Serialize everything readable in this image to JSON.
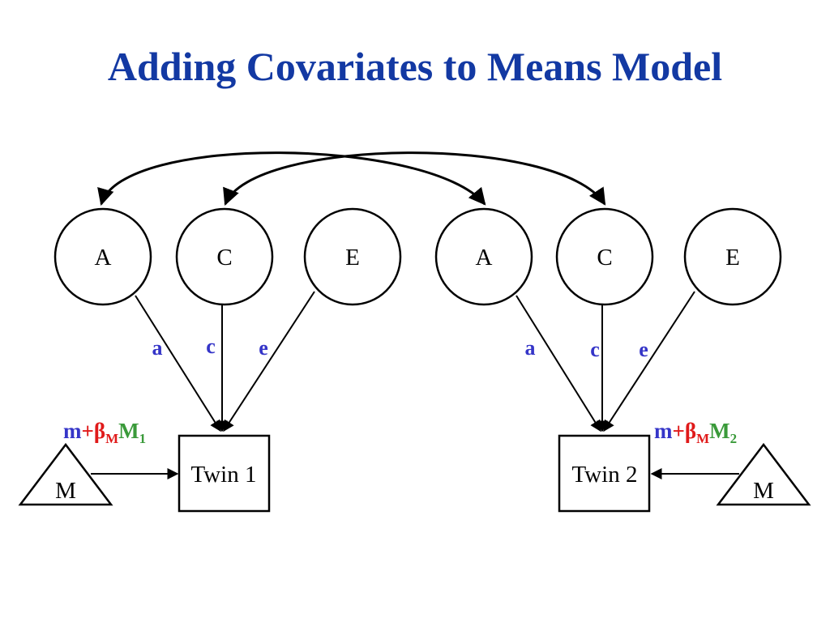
{
  "slide": {
    "title": "Adding Covariates to Means Model"
  },
  "colors": {
    "title": "#1339a3",
    "path_label": "#3535c8",
    "mean_term": "#3535c8",
    "beta_term": "#e01a1a",
    "covariate_term": "#3a9a3a",
    "line": "#000000"
  },
  "twin1": {
    "latents": {
      "a_label": "A",
      "c_label": "C",
      "e_label": "E"
    },
    "paths": {
      "a": "a",
      "c": "c",
      "e": "e"
    },
    "observed_label": "Twin 1",
    "covariate_label": "M",
    "formula": {
      "m": "m",
      "plus": "+",
      "beta": "β",
      "beta_sub": "M",
      "cov": "M",
      "cov_sub": "1"
    }
  },
  "twin2": {
    "latents": {
      "a_label": "A",
      "c_label": "C",
      "e_label": "E"
    },
    "paths": {
      "a": "a",
      "c": "c",
      "e": "e"
    },
    "observed_label": "Twin 2",
    "covariate_label": "M",
    "formula": {
      "m": "m",
      "plus": "+",
      "beta": "β",
      "beta_sub": "M",
      "cov": "M",
      "cov_sub": "2"
    }
  }
}
